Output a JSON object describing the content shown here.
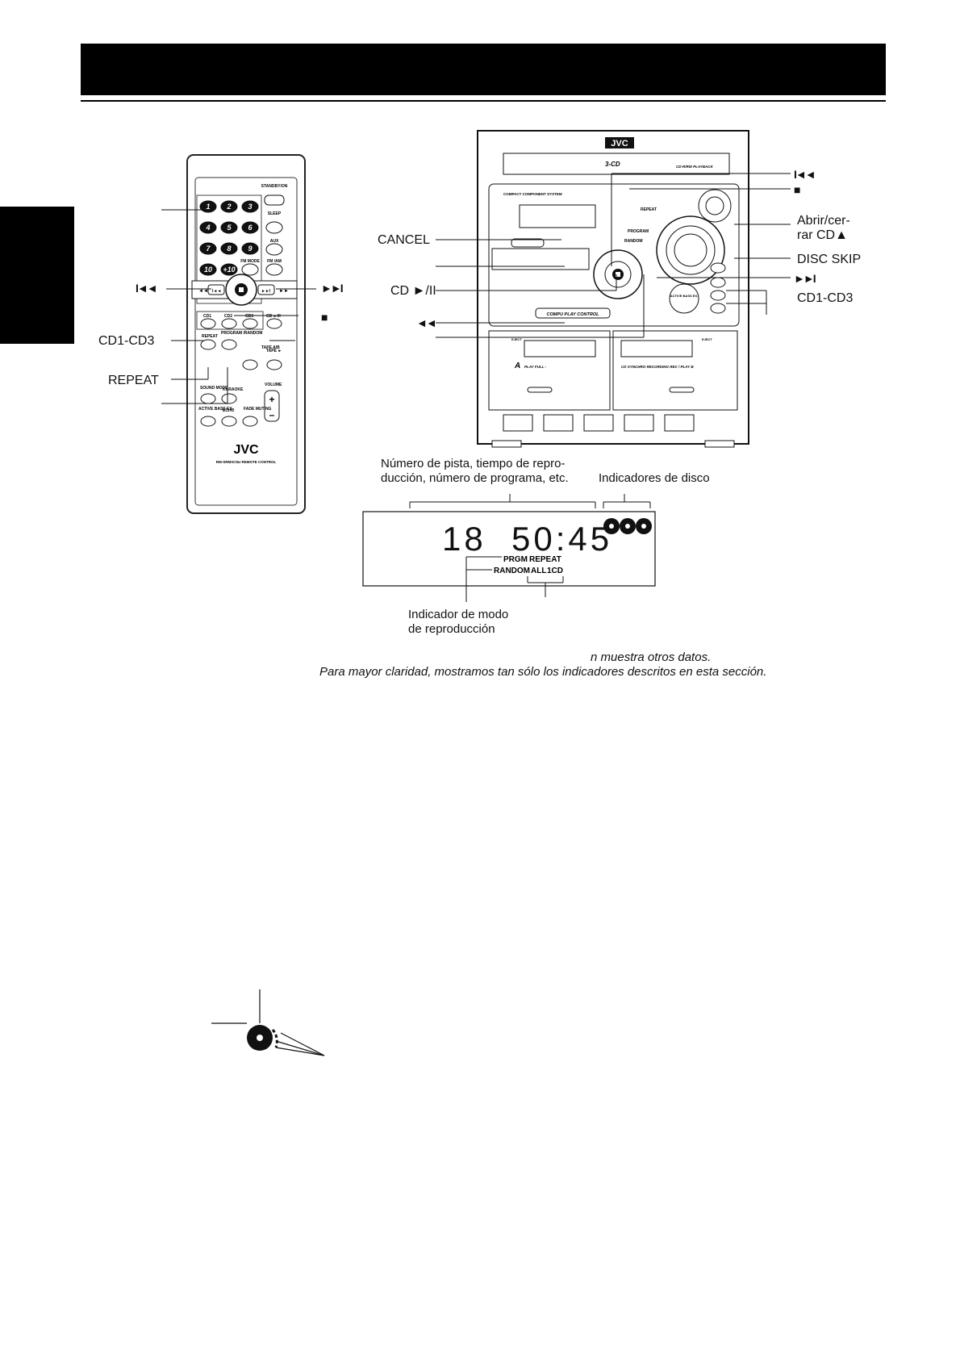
{
  "remote": {
    "top_label": "STANDBY/ON",
    "sleep": "SLEEP",
    "aux": "AUX",
    "fm_mode": "FM MODE",
    "fm_am": "FM /AM",
    "cd_play": "CD ►/II",
    "tape_ab": "TAPE A/B",
    "tape_play": "TAPE ►",
    "sound_mode": "SOUND MODE",
    "karaoke": "KARAOKE",
    "volume": "VOLUME",
    "active_bass": "ACTIVE BASS EX.",
    "echo": "ECHO",
    "fade_muting": "FADE MUTING",
    "repeat": "REPEAT",
    "program_random": "PROGRAM /RANDOM",
    "cd1": "CD1",
    "cd2": "CD2",
    "cd3": "CD3",
    "brand": "JVC",
    "model": "RM-SRMXC5U REMOTE CONTROL",
    "numbers": [
      "1",
      "2",
      "3",
      "4",
      "5",
      "6",
      "7",
      "8",
      "9",
      "10",
      "+10"
    ]
  },
  "remote_callouts": {
    "prev": "I◄◄",
    "next": "►►I",
    "stop": "■",
    "cd_select": "CD1-CD3",
    "repeat": "REPEAT"
  },
  "unit": {
    "brand": "JVC",
    "cd_badge": "3-CD",
    "cd_rw": "CD-R/RW PLAYBACK",
    "system_text": "COMPACT   COMPONENT   SYSTEM",
    "compu_play": "COMPU PLAY CONTROL",
    "deck_a": "A",
    "deck_a_sub": "PLAY        FULL -",
    "deck_b": "CD SYNCHRO RECORDING REC / PLAY B",
    "eject": "EJECT",
    "active_bass": "ACTIVE BASS EX.",
    "repeat": "REPEAT",
    "program": "PROGRAM",
    "random": "RANDOM"
  },
  "unit_callouts": {
    "cancel": "CANCEL",
    "cd_play": "CD ►/II",
    "rewind": "◄◄",
    "prev": "I◄◄",
    "stop": "■",
    "open_close_1": "Abrir/cer-",
    "open_close_2": "rar CD▲",
    "disc_skip": "DISC SKIP",
    "next": "►►I",
    "cd_select": "CD1-CD3"
  },
  "display_section": {
    "label_track_1": "Número de pista, tiempo de repro-",
    "label_track_2": "ducción, número de programa, etc.",
    "label_disc": "Indicadores de disco",
    "lcd_track": "18",
    "lcd_time": "50:45",
    "lcd_prgm": "PRGM",
    "lcd_repeat": "REPEAT",
    "lcd_random": "RANDOM",
    "lcd_all": "ALL",
    "lcd_1cd": "1CD",
    "mode_label_1": "Indicador de modo",
    "mode_label_2": "de reproducción"
  },
  "captions": {
    "line1": "n muestra otros datos.",
    "line2": "Para mayor claridad, mostramos tan sólo los indicadores descritos en esta sección."
  }
}
